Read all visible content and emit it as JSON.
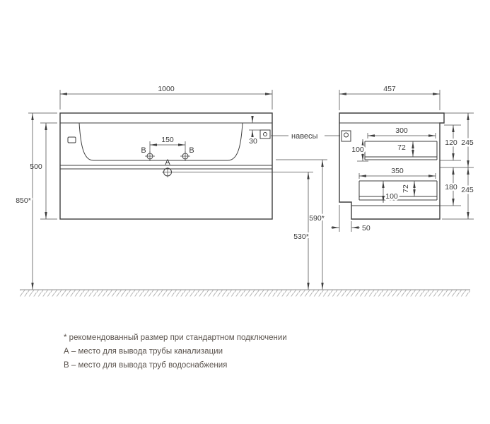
{
  "front_view": {
    "width": "1000",
    "body_height": "500",
    "mount_height": "850*",
    "faucet_spacing": "150",
    "bracket_offset": "30",
    "drain_height": "590*",
    "siphon_height": "530*",
    "point_a": "А",
    "point_b_left": "В",
    "point_b_right": "В"
  },
  "side_view": {
    "depth": "457",
    "upper_drawer_depth": "300",
    "upper_drawer_inner_height": "72",
    "upper_drawer_front": "100",
    "upper_gap": "120",
    "upper_section": "245",
    "lower_drawer_depth": "350",
    "lower_drawer_front": "100",
    "lower_drawer_inner_height": "72",
    "lower_gap": "180",
    "lower_section": "245",
    "back_recess": "50"
  },
  "labels": {
    "hangers": "навесы"
  },
  "notes": [
    "* рекомендованный размер при стандартном подключении",
    "А – место для вывода трубы канализации",
    "В – место для вывода труб водоснабжения"
  ],
  "colors": {
    "line": "#3e3e3e",
    "dimension": "#4a4a4a",
    "note_text": "#5a534d",
    "ground": "#8f8f8f"
  }
}
